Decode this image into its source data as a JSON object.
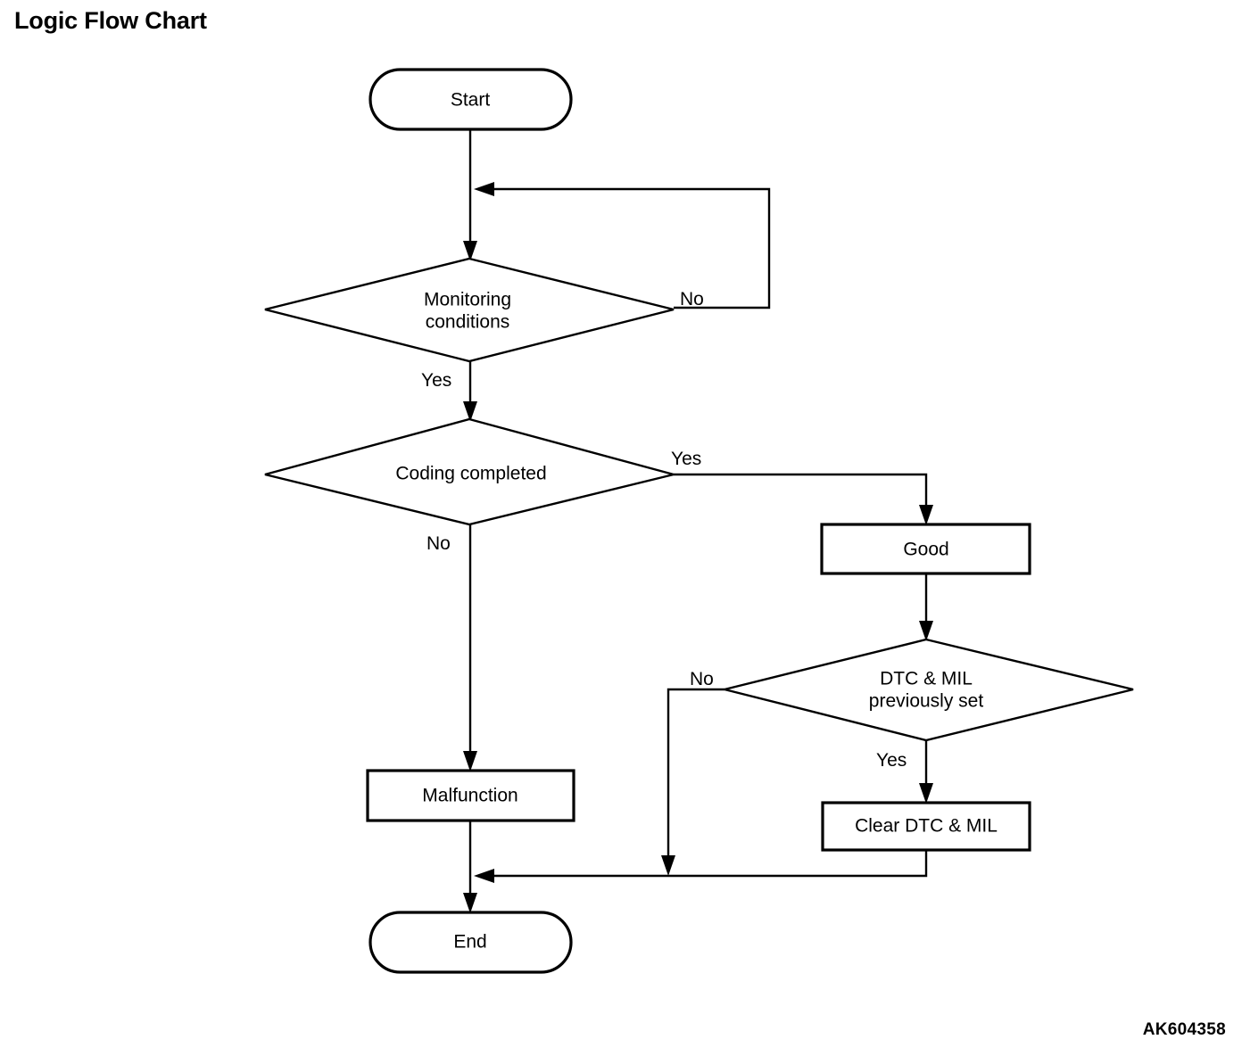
{
  "page": {
    "title": "Logic Flow Chart",
    "artwork_code": "AK604358",
    "background_color": "#ffffff",
    "line_color": "#000000"
  },
  "chart_data": {
    "type": "diagram",
    "diagram_kind": "flowchart",
    "title": "Logic Flow Chart",
    "nodes": [
      {
        "id": "start",
        "shape": "stadium",
        "label": "Start"
      },
      {
        "id": "monitor",
        "shape": "diamond",
        "label": "Monitoring conditions"
      },
      {
        "id": "coding",
        "shape": "diamond",
        "label": "Coding completed"
      },
      {
        "id": "good",
        "shape": "rectangle",
        "label": "Good"
      },
      {
        "id": "dtcmil",
        "shape": "diamond",
        "label": "DTC & MIL previously set"
      },
      {
        "id": "clear",
        "shape": "rectangle",
        "label": "Clear DTC & MIL"
      },
      {
        "id": "malfunc",
        "shape": "rectangle",
        "label": "Malfunction"
      },
      {
        "id": "end",
        "shape": "stadium",
        "label": "End"
      }
    ],
    "edges": [
      {
        "from": "start",
        "to": "monitor",
        "label": ""
      },
      {
        "from": "monitor",
        "to": "monitor",
        "label": "No"
      },
      {
        "from": "monitor",
        "to": "coding",
        "label": "Yes"
      },
      {
        "from": "coding",
        "to": "good",
        "label": "Yes"
      },
      {
        "from": "coding",
        "to": "malfunc",
        "label": "No"
      },
      {
        "from": "good",
        "to": "dtcmil",
        "label": ""
      },
      {
        "from": "dtcmil",
        "to": "end",
        "label": "No"
      },
      {
        "from": "dtcmil",
        "to": "clear",
        "label": "Yes"
      },
      {
        "from": "clear",
        "to": "end",
        "label": ""
      },
      {
        "from": "malfunc",
        "to": "end",
        "label": ""
      }
    ]
  },
  "nodes": {
    "start": {
      "label": "Start"
    },
    "monitoring": {
      "label_line1": "Monitoring",
      "label_line2": "conditions"
    },
    "coding": {
      "label": "Coding completed"
    },
    "good": {
      "label": "Good"
    },
    "dtcmil": {
      "label_line1": "DTC & MIL",
      "label_line2": "previously set"
    },
    "clear": {
      "label": "Clear DTC & MIL"
    },
    "malfunction": {
      "label": "Malfunction"
    },
    "end": {
      "label": "End"
    }
  },
  "edge_labels": {
    "monitoring_no": "No",
    "monitoring_yes": "Yes",
    "coding_yes": "Yes",
    "coding_no": "No",
    "dtcmil_no": "No",
    "dtcmil_yes": "Yes"
  }
}
